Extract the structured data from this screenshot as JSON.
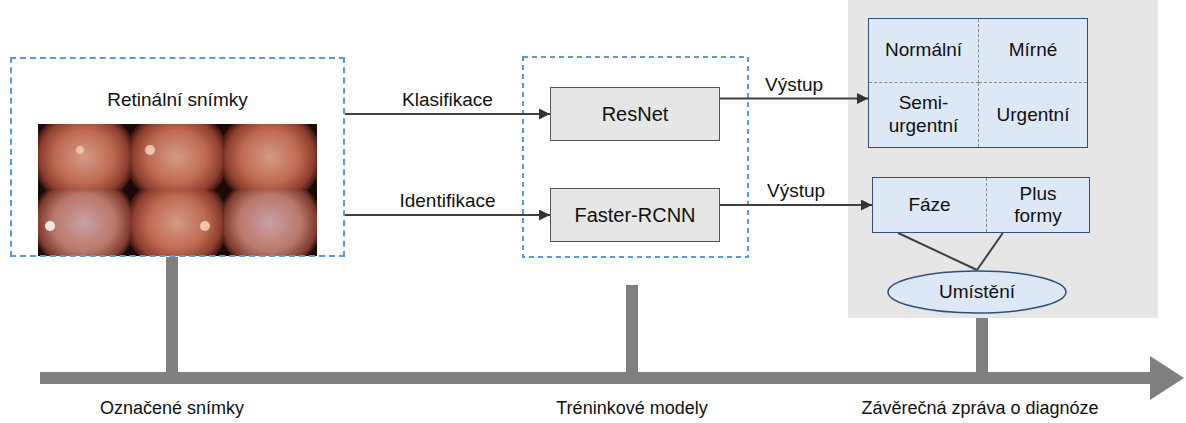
{
  "diagram": {
    "nodes": [
      {
        "text": [
          "Retinální snímky"
        ]
      },
      {
        "text": [
          "ResNet"
        ]
      },
      {
        "text": [
          "Faster-RCNN"
        ]
      },
      {
        "text": [
          "Normální",
          "Mírné",
          "Semi- urgentní",
          "Urgentní"
        ]
      },
      {
        "text": [
          "Fáze",
          "Plus formy"
        ]
      },
      {
        "text": [
          "Umístění"
        ]
      }
    ],
    "edges": [
      {
        "from": 0,
        "to": 1,
        "arrow": "to",
        "label": "Klasifikace"
      },
      {
        "from": 0,
        "to": 2,
        "arrow": "to",
        "label": "Identifikace"
      },
      {
        "from": 1,
        "to": 3,
        "arrow": "to",
        "label": "Výstup"
      },
      {
        "from": 2,
        "to": 4,
        "arrow": "to",
        "label": "Výstup"
      },
      {
        "from": 4,
        "to": 5,
        "arrow": "none"
      },
      {
        "from": 4,
        "to": 5,
        "arrow": "none"
      }
    ],
    "labels": [
      "Označené snímky",
      "Tréninkové modely",
      "Závěrečná zpráva o diagnóze"
    ]
  }
}
